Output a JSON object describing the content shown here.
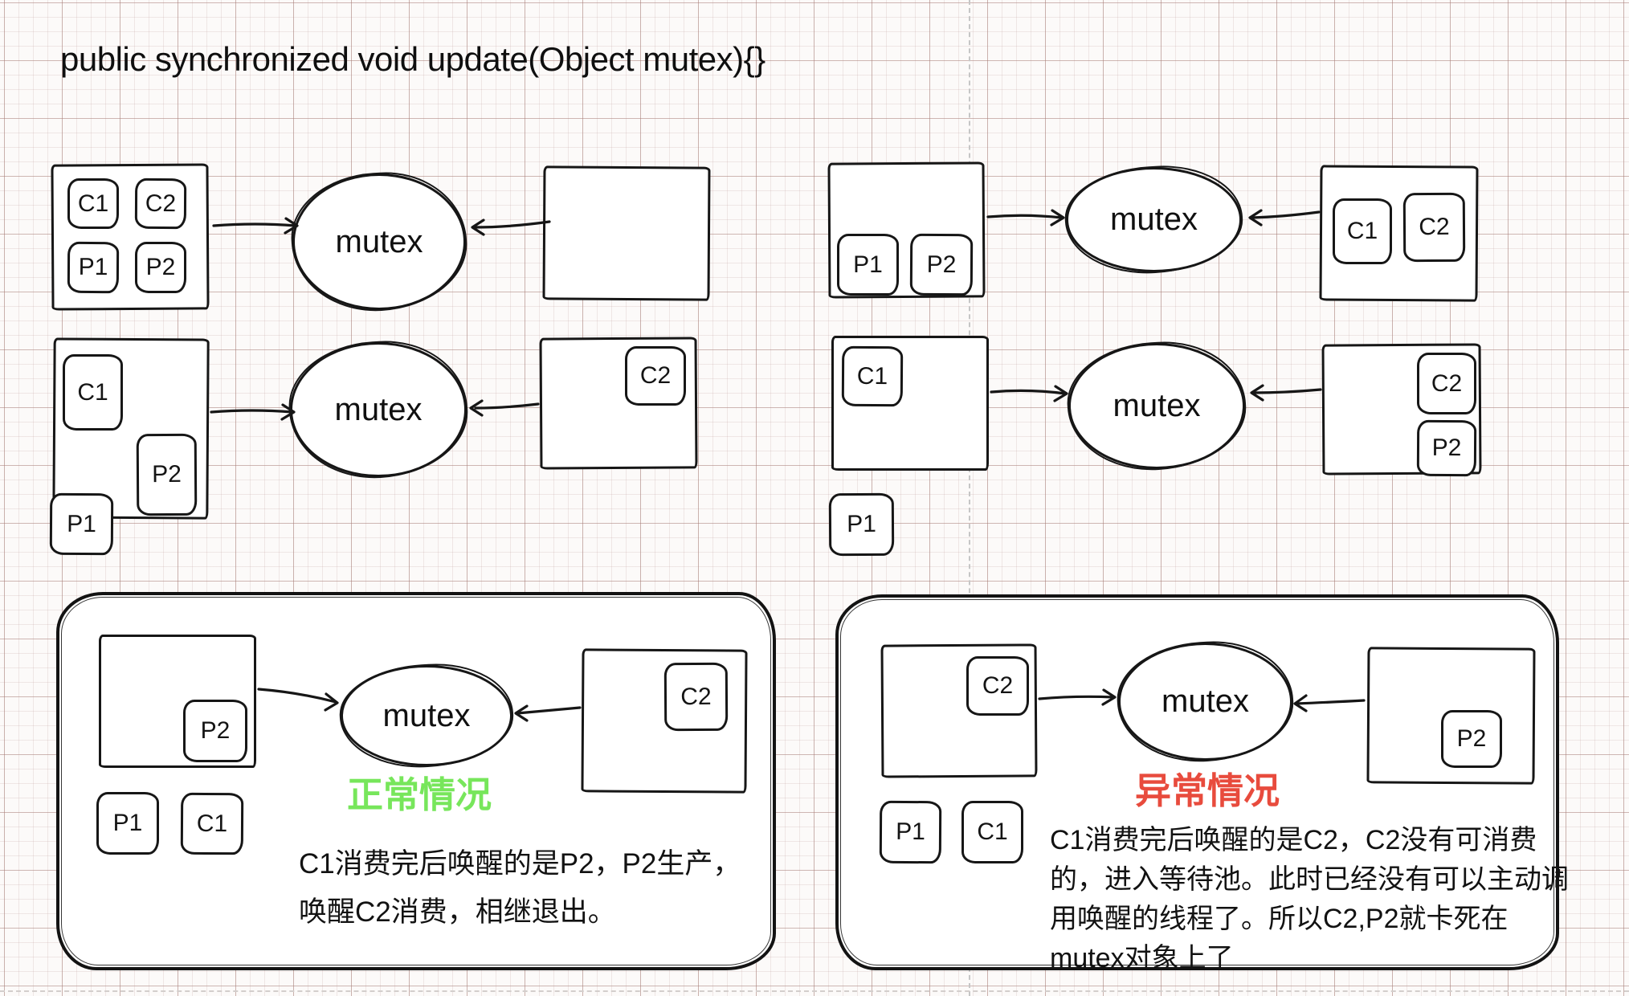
{
  "title": "public synchronized void update(Object mutex){}",
  "labels": {
    "mutex": "mutex",
    "c1": "C1",
    "c2": "C2",
    "p1": "P1",
    "p2": "P2"
  },
  "colors": {
    "stroke": "#161616",
    "normal_caption": "#77e65b",
    "abnormal_caption": "#e84b3d",
    "grid_major": "#c5a69f",
    "grid_minor": "#efe6e4",
    "page_boundary": "#c6c6c6"
  },
  "panels": {
    "normal": {
      "caption": "正常情况",
      "description_lines": [
        "C1消费完后唤醒的是P2，P2生产，",
        "唤醒C2消费，相继退出。"
      ]
    },
    "abnormal": {
      "caption": "异常情况",
      "description_lines": [
        "C1消费完后唤醒的是C2，C2没有可消费",
        "的，进入等待池。此时已经没有可以主动调",
        "用唤醒的线程了。所以C2,P2就卡死在",
        "mutex对象上了"
      ]
    }
  }
}
